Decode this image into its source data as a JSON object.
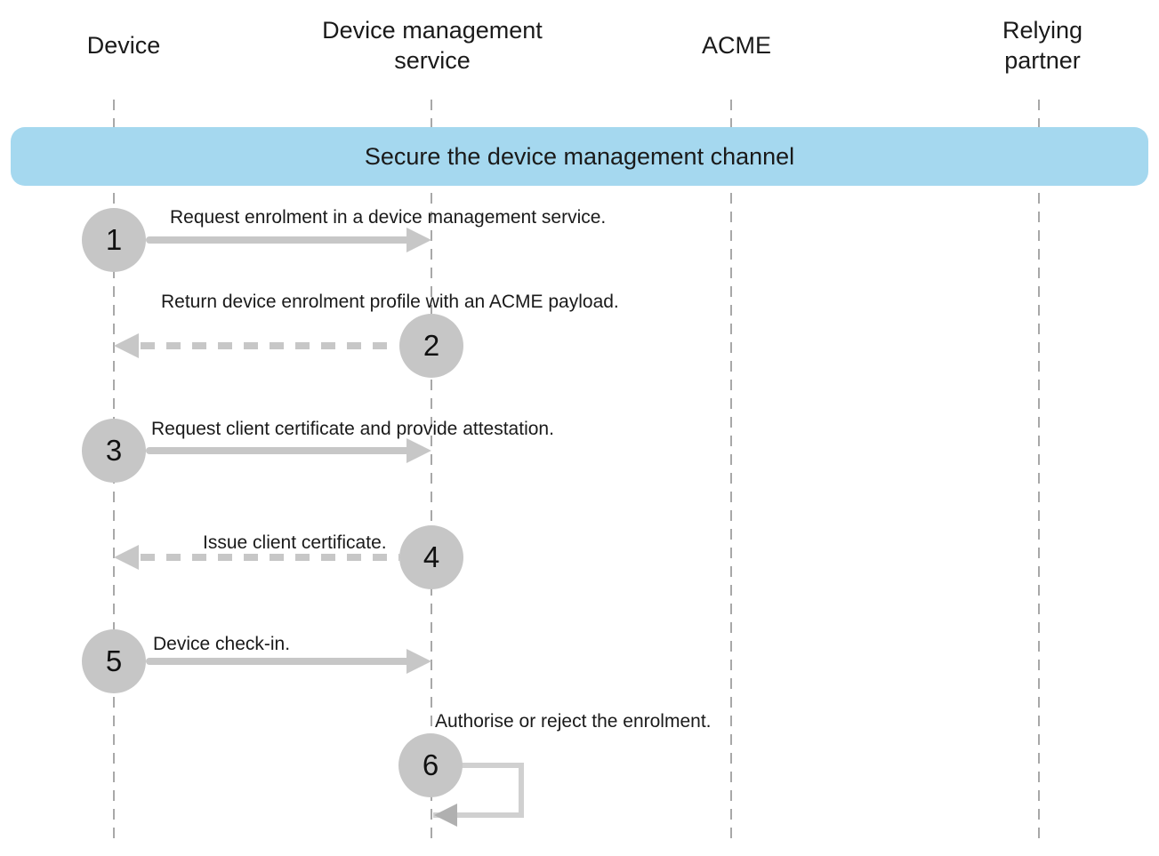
{
  "diagram": {
    "banner_title": "Secure the device management channel",
    "actors": [
      {
        "id": "device",
        "label": "Device"
      },
      {
        "id": "device-management-service",
        "label": "Device management service"
      },
      {
        "id": "acme",
        "label": "ACME"
      },
      {
        "id": "relying-partner",
        "label": "Relying partner"
      }
    ],
    "steps": [
      {
        "number": "1",
        "label": "Request enrolment in a device management service.",
        "from": "device",
        "to": "device-management-service",
        "arrow": "solid-right"
      },
      {
        "number": "2",
        "label": "Return device enrolment profile with an ACME payload.",
        "from": "device-management-service",
        "to": "device",
        "arrow": "dashed-left"
      },
      {
        "number": "3",
        "label": "Request client certificate and provide attestation.",
        "from": "device",
        "to": "device-management-service",
        "arrow": "solid-right"
      },
      {
        "number": "4",
        "label": "Issue client certificate.",
        "from": "device-management-service",
        "to": "device",
        "arrow": "dashed-left"
      },
      {
        "number": "5",
        "label": "Device check-in.",
        "from": "device",
        "to": "device-management-service",
        "arrow": "solid-right"
      },
      {
        "number": "6",
        "label": "Authorise or reject the enrolment.",
        "from": "device-management-service",
        "to": "device-management-service",
        "arrow": "self-loop"
      }
    ],
    "colors": {
      "banner_background": "#a5d8ef",
      "circle_fill": "#c6c6c6",
      "arrow_gray": "#c7c7c7",
      "loop_line": "#d0d0d0",
      "loop_arrowhead": "#b0b0b0",
      "lifeline_gray": "#a8a8a8",
      "text": "#1a1a1a"
    }
  }
}
